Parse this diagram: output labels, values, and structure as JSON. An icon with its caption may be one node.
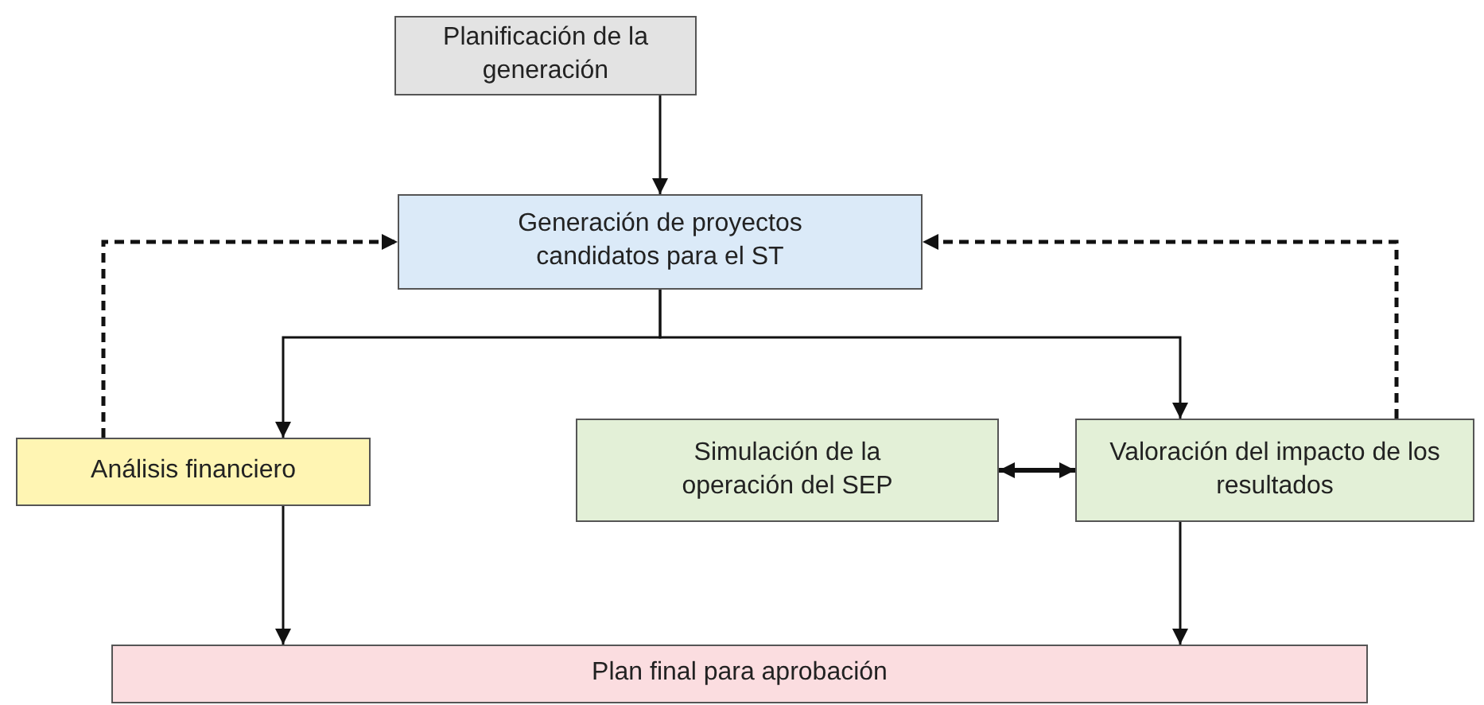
{
  "diagram": {
    "nodes": [
      {
        "text": [
          "Planificación de la generación"
        ]
      },
      {
        "text": [
          "Generación de proyectos candidatos para el ST"
        ]
      },
      {
        "text": [
          "Análisis financiero"
        ]
      },
      {
        "text": [
          "Simulación de la operación del SEP"
        ]
      },
      {
        "text": [
          "Valoración del impacto de los resultados"
        ]
      },
      {
        "text": [
          "Plan final para aprobación"
        ]
      }
    ],
    "edges": [
      {
        "from": 0,
        "to": 1,
        "arrow": "to"
      },
      {
        "from": 1,
        "to": 2,
        "arrow": "to"
      },
      {
        "from": 1,
        "to": 4,
        "arrow": "to"
      },
      {
        "from": 2,
        "to": 1,
        "arrow": "to",
        "style": "dashed"
      },
      {
        "from": 4,
        "to": 1,
        "arrow": "to",
        "style": "dashed"
      },
      {
        "from": 3,
        "to": 4,
        "arrow": "both",
        "style": "thick"
      },
      {
        "from": 2,
        "to": 5,
        "arrow": "to"
      },
      {
        "from": 4,
        "to": 5,
        "arrow": "to"
      }
    ]
  }
}
